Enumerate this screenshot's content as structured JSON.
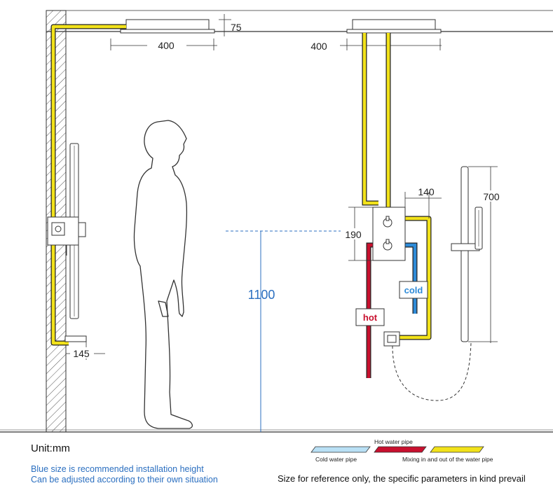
{
  "dimensions": {
    "ceiling_gap": "75",
    "left_head_width": "400",
    "right_head_width": "400",
    "valve_offset": "140",
    "valve_height": "190",
    "hand_shower_height": "700",
    "valve_install_height": "1100",
    "spout_projection": "145"
  },
  "pipe_labels": {
    "hot": "hot",
    "cold": "cold"
  },
  "legend": {
    "hot": "Hot water pipe",
    "cold": "Cold water pipe",
    "mix": "Mixing in and out of the water pipe"
  },
  "unit_label": "Unit:mm",
  "notes": [
    "Blue size is recommended installation height",
    "Can be adjusted according to their own situation"
  ],
  "reference_note": "Size for reference only, the specific parameters in kind prevail",
  "colors": {
    "hot_pipe": "#c8102e",
    "cold_pipe": "#2e8bd8",
    "mix_pipe": "#f2e21a",
    "install_height": "#2b6fc0"
  }
}
